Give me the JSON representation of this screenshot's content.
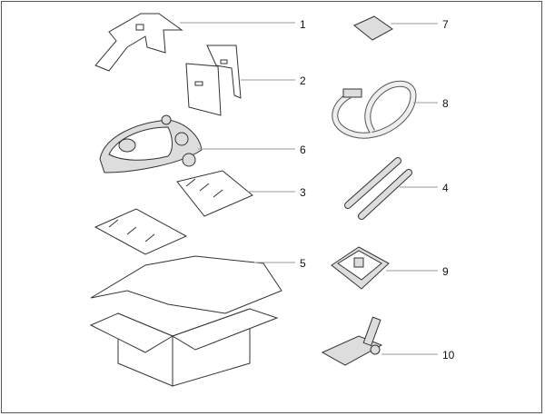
{
  "diagram": {
    "callouts": [
      {
        "id": "1",
        "label": "1",
        "part": "top-packing-insert"
      },
      {
        "id": "2",
        "label": "2",
        "part": "cardboard-dividers"
      },
      {
        "id": "6",
        "label": "6",
        "part": "vacuum-cleaner"
      },
      {
        "id": "3",
        "label": "3",
        "part": "foam-trays"
      },
      {
        "id": "5",
        "label": "5",
        "part": "cardboard-box"
      },
      {
        "id": "7",
        "label": "7",
        "part": "filter"
      },
      {
        "id": "8",
        "label": "8",
        "part": "hose"
      },
      {
        "id": "4",
        "label": "4",
        "part": "extension-tubes"
      },
      {
        "id": "9",
        "label": "9",
        "part": "dust-bag"
      },
      {
        "id": "10",
        "label": "10",
        "part": "floor-nozzle"
      }
    ]
  }
}
